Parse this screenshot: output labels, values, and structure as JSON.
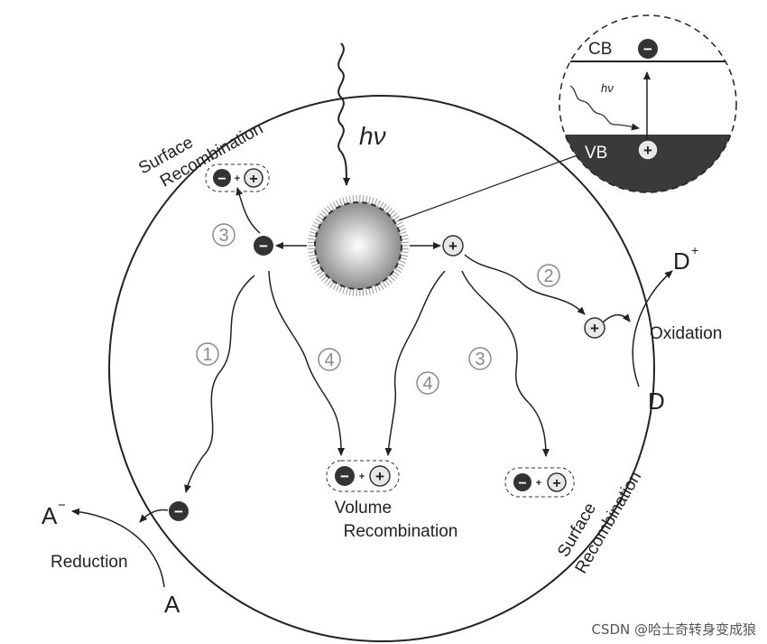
{
  "labels": {
    "photon": "hν",
    "surface_recombination_1": [
      "Surface",
      "Recombination"
    ],
    "surface_recombination_2": [
      "Surface",
      "Recombination"
    ],
    "volume_recombination": [
      "Volume",
      "Recombination"
    ],
    "oxidation": "Oxidation",
    "reduction": "Reduction",
    "donor": "D",
    "donor_oxidized": "D",
    "donor_oxidized_sup": "+",
    "acceptor": "A",
    "acceptor_reduced": "A",
    "acceptor_reduced_sup": "−",
    "conduction_band": "CB",
    "valence_band": "VB",
    "inset_photon": "hν"
  },
  "pathways": {
    "p1": "1",
    "p2": "2",
    "p3_left": "3",
    "p3_right": "3",
    "p4_left": "4",
    "p4_right": "4"
  },
  "signs": {
    "electron": "−",
    "hole": "+"
  },
  "watermark": "CSDN @哈士奇转身变成狼",
  "colors": {
    "electron": "#333333",
    "hole": "#e8e8e8",
    "valence_band": "#3a3a3a",
    "pathway_number": "#8a8a8a"
  }
}
